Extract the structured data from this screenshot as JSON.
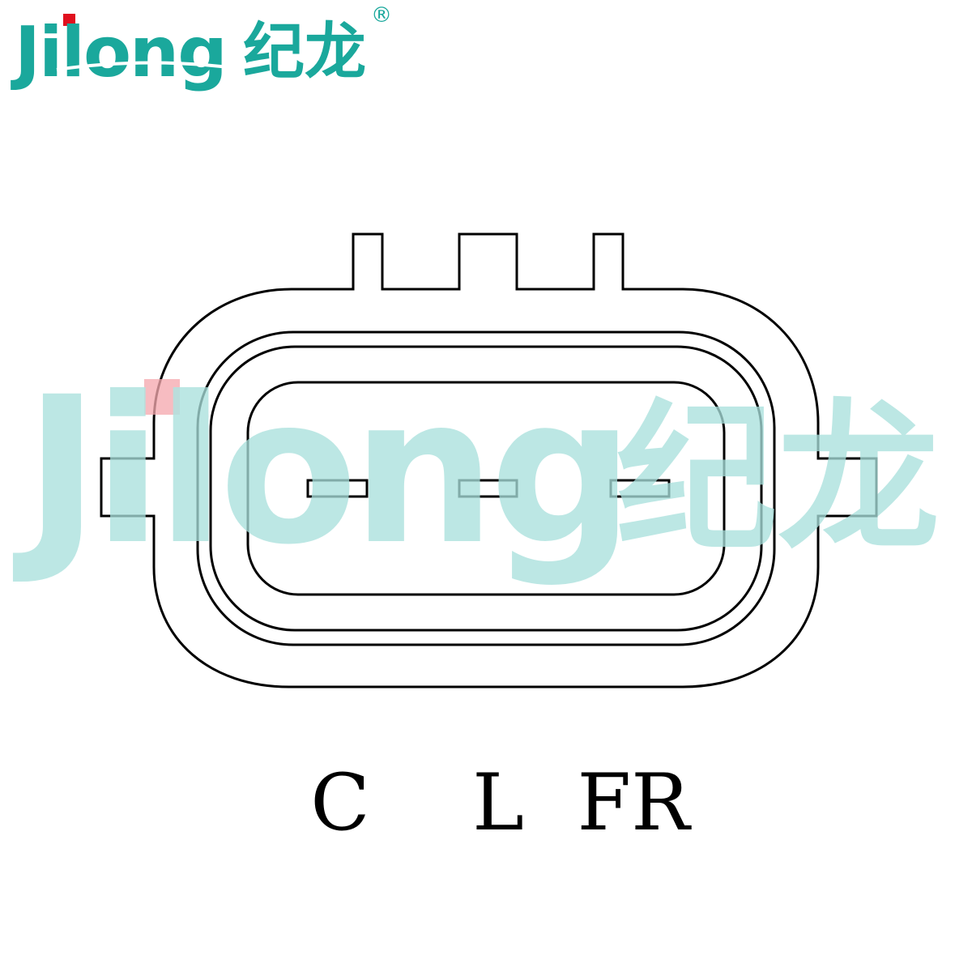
{
  "logo": {
    "brand_latin": "Jilong",
    "brand_cn": "纪龙",
    "registered_mark": "®",
    "color_primary": "#1aa89c",
    "color_accent": "#e0101e"
  },
  "watermark": {
    "brand_latin": "Jilong",
    "brand_cn": "纪龙",
    "color": "#a8e0dc",
    "accent_color": "#f4a8ae"
  },
  "connector": {
    "pins": [
      {
        "id": "pin-c",
        "label": "C"
      },
      {
        "id": "pin-l",
        "label": "L"
      },
      {
        "id": "pin-fr",
        "label": "FR"
      }
    ],
    "stroke_color": "#000000"
  }
}
